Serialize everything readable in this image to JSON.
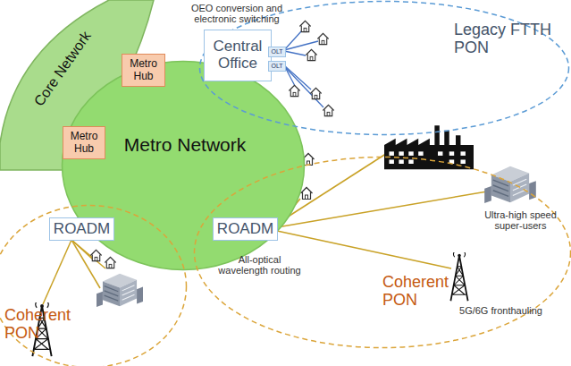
{
  "diagram": {
    "nodes": [
      {
        "text": [
          "Core Network"
        ]
      },
      {
        "text": [
          "Metro Hub"
        ]
      },
      {
        "text": [
          "Metro Hub"
        ]
      },
      {
        "text": [
          "Metro Network"
        ]
      },
      {
        "text": [
          "OEO conversion and electronic switching",
          "Legacy FTTH PON"
        ]
      },
      {
        "text": [
          "Central Office"
        ],
        "in": 4
      },
      {
        "text": [
          "OLT"
        ],
        "in": 5
      },
      {
        "text": [
          "OLT"
        ],
        "in": 5
      },
      {
        "text": [
          "Coherent PON"
        ]
      },
      {
        "text": [
          "ROADM"
        ],
        "in": 8
      },
      {
        "text": [
          "All-optical wavelength routing",
          "Ultra-high speed super-users",
          "Coherent PON",
          "5G/6G fronthauling"
        ]
      },
      {
        "text": [
          "ROADM"
        ],
        "in": 10
      }
    ]
  }
}
